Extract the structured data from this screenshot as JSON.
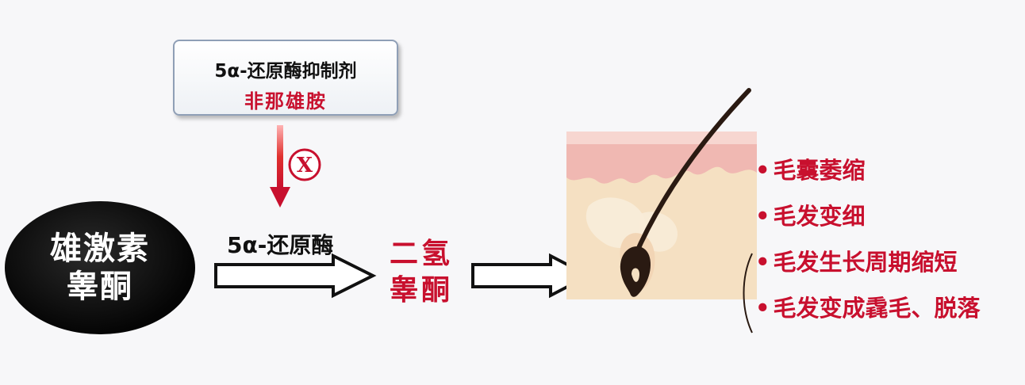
{
  "inhibitor": {
    "title": "5α-还原酶抑制剂",
    "drug": "非那雄胺"
  },
  "block_symbol": "X",
  "testosterone": {
    "line1": "雄激素",
    "line2": "睾酮"
  },
  "enzyme_label": "5α-还原酶",
  "dht": {
    "line1": "二氢",
    "line2": "睾酮"
  },
  "effects": [
    "毛囊萎缩",
    "毛发变细",
    "毛发生长周期缩短",
    "毛发变成毳毛、脱落"
  ],
  "colors": {
    "accent_red": "#c8102e",
    "skin_top": "#f2c3bd",
    "skin_body": "#f5e0c2",
    "hair": "#2a1a12"
  }
}
